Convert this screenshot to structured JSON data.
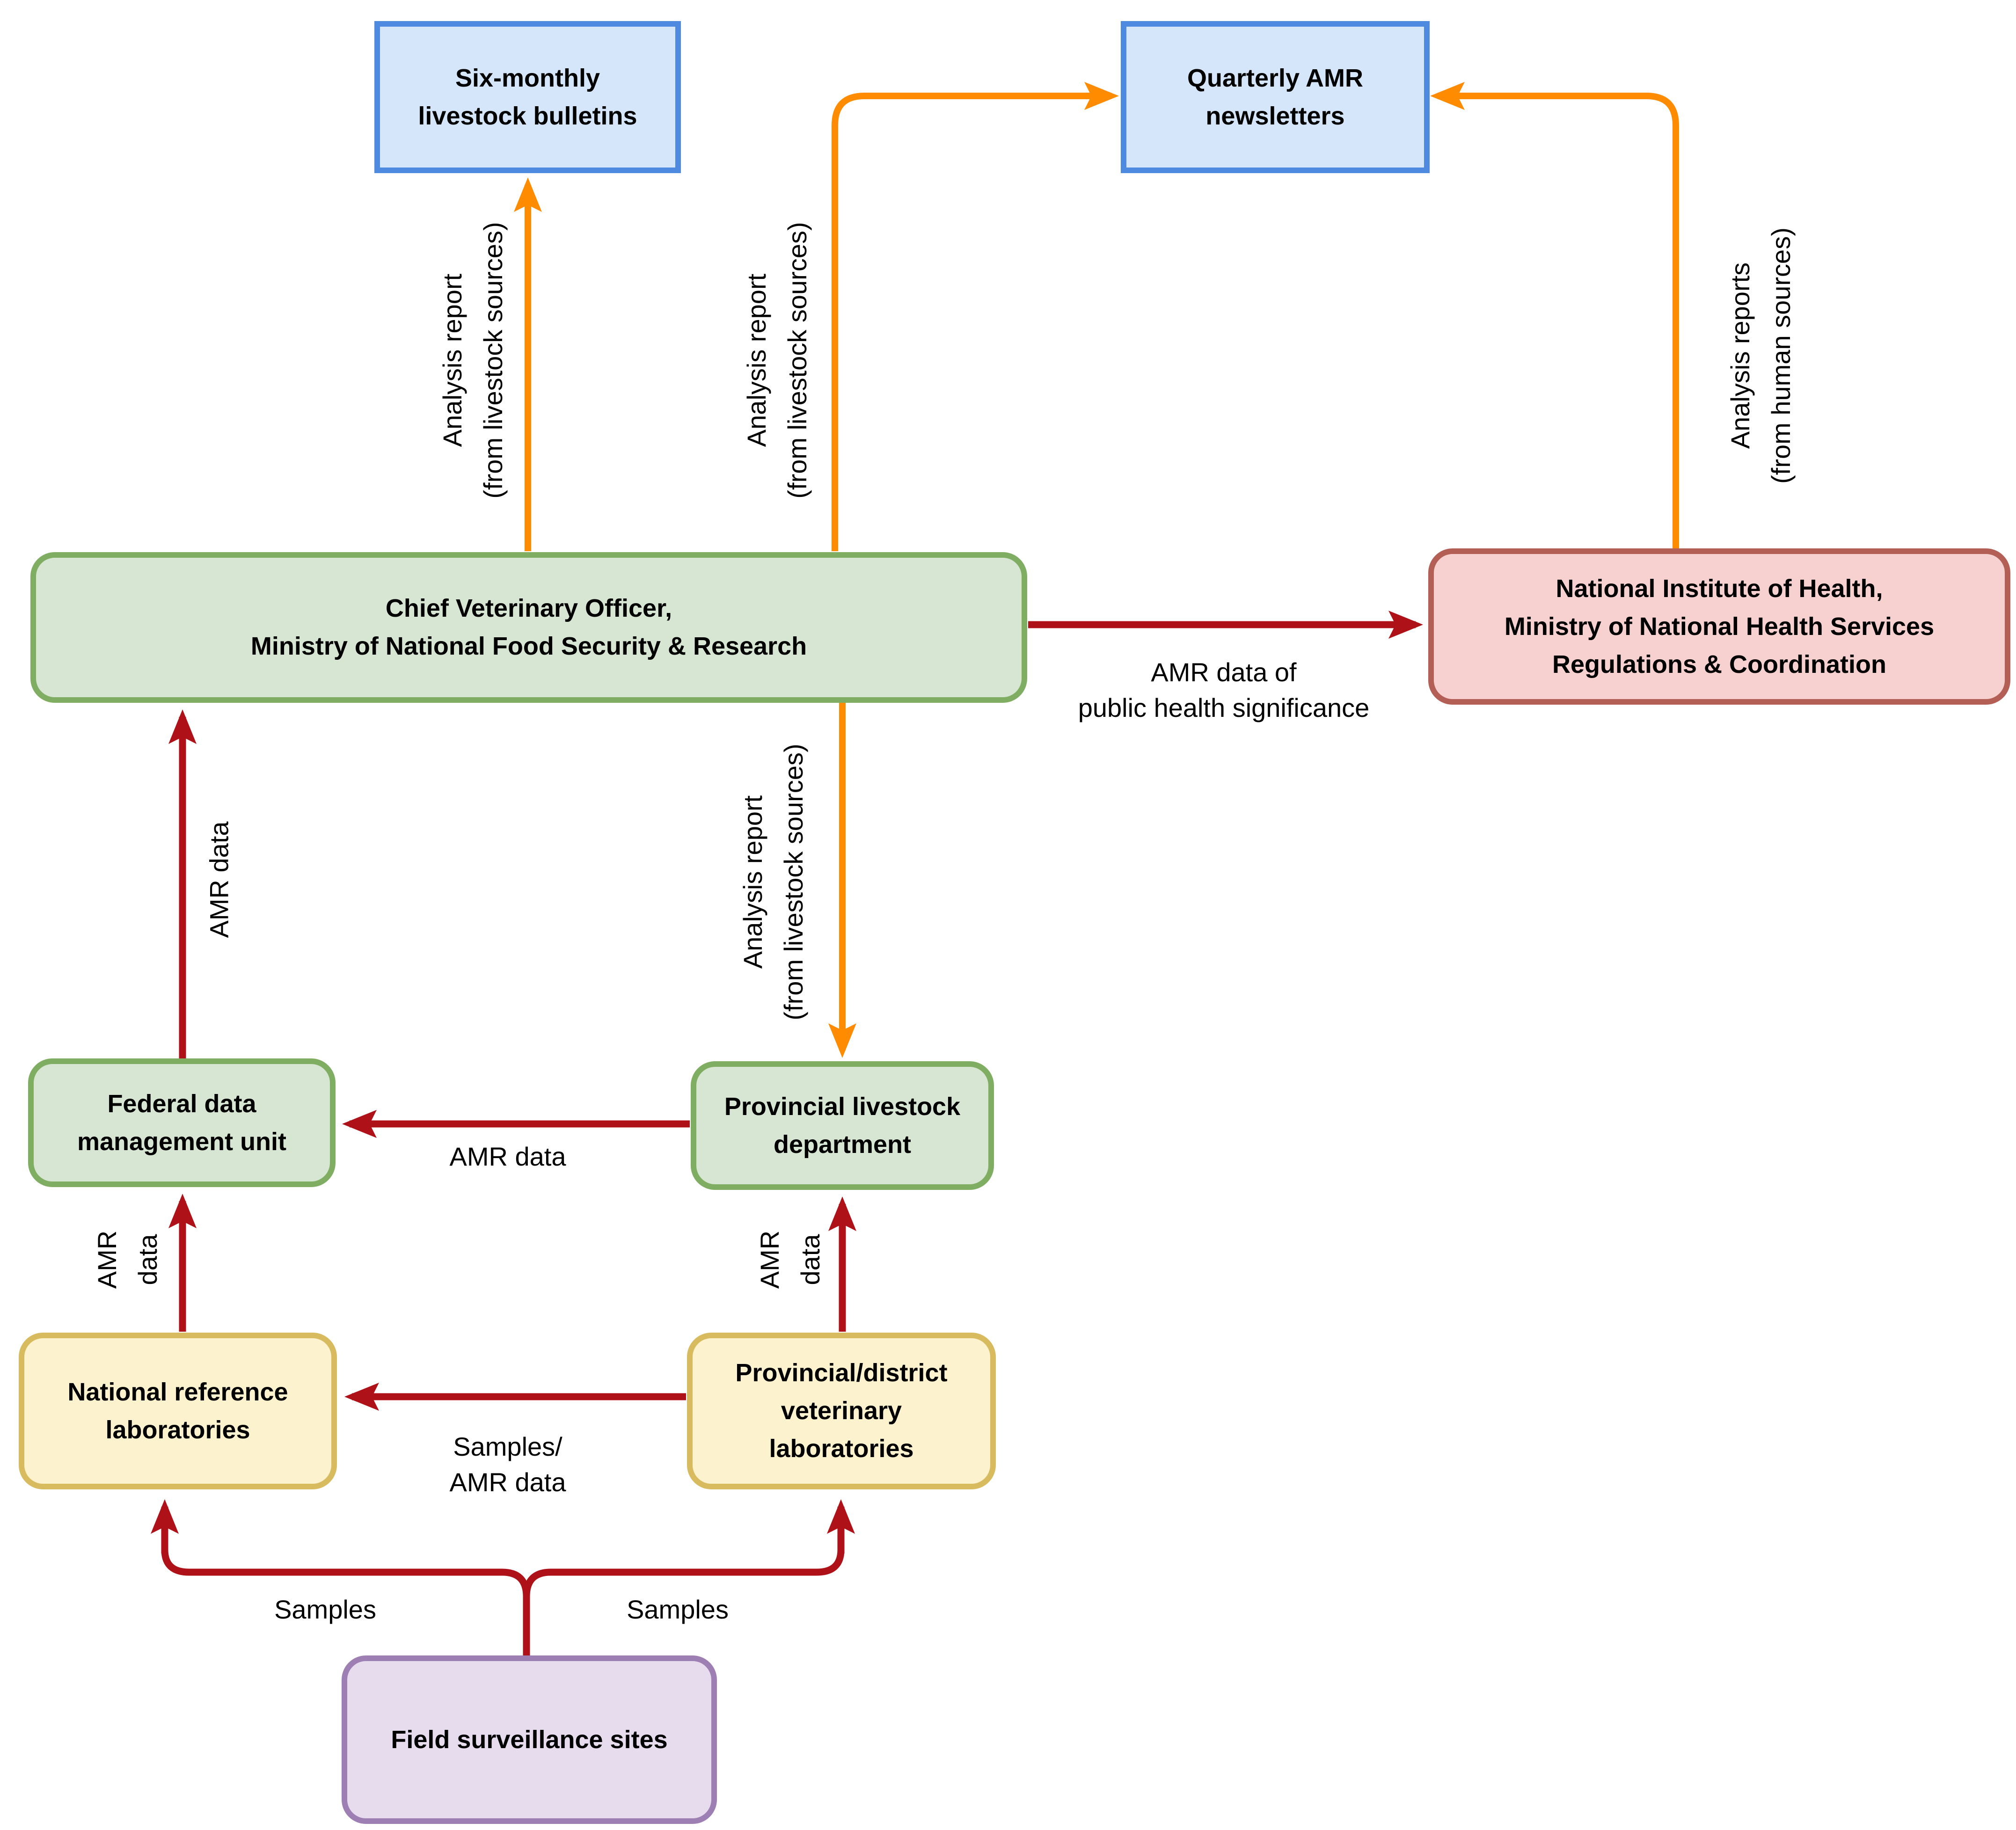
{
  "colors": {
    "orange": "#ff8c00",
    "dark_red": "#ae1117",
    "blue_fill": "#d5e6fa",
    "blue_border": "#4e8be0",
    "green_fill": "#d6e6d2",
    "green_border": "#7fae62",
    "yellow_fill": "#fdf2ce",
    "yellow_border": "#d9bb5f",
    "pink_fill": "#f6d1cf",
    "pink_border": "#b45f56",
    "purple_fill": "#e6dcee",
    "purple_border": "#9e7fb4"
  },
  "nodes": {
    "bulletins": {
      "lines": [
        "Six-monthly",
        "livestock bulletins"
      ]
    },
    "newsletters": {
      "lines": [
        "Quarterly AMR",
        "newsletters"
      ]
    },
    "cvo": {
      "lines": [
        "Chief Veterinary Officer,",
        "Ministry of National Food Security & Research"
      ]
    },
    "nih": {
      "lines": [
        "National Institute of Health,",
        "Ministry of National Health Services",
        "Regulations & Coordination"
      ]
    },
    "federal": {
      "lines": [
        "Federal data",
        "management unit"
      ]
    },
    "provincial_dept": {
      "lines": [
        "Provincial livestock",
        "department"
      ]
    },
    "nrl": {
      "lines": [
        "National reference",
        "laboratories"
      ]
    },
    "pdvl": {
      "lines": [
        "Provincial/district",
        "veterinary",
        "laboratories"
      ]
    },
    "field": {
      "lines": [
        "Field surveillance sites"
      ]
    }
  },
  "edges": {
    "cvo_to_bulletins": {
      "label": [
        "Analysis report",
        "(from livestock sources)"
      ]
    },
    "cvo_to_newsletters": {
      "label": [
        "Analysis report",
        "(from livestock sources)"
      ]
    },
    "nih_to_newsletters": {
      "label": [
        "Analysis reports",
        "(from human sources)"
      ]
    },
    "cvo_to_nih": {
      "label": [
        "AMR data of",
        "public health significance"
      ]
    },
    "cvo_to_provincial_dept": {
      "label": [
        "Analysis report",
        "(from livestock sources)"
      ]
    },
    "federal_to_cvo": {
      "label": [
        "AMR data"
      ]
    },
    "provincial_dept_to_federal": {
      "label": [
        "AMR data"
      ]
    },
    "nrl_to_federal": {
      "label": [
        "AMR",
        "data"
      ]
    },
    "pdvl_to_provincial_dept": {
      "label": [
        "AMR",
        "data"
      ]
    },
    "pdvl_to_nrl": {
      "label": [
        "Samples/",
        "AMR data"
      ]
    },
    "field_to_nrl": {
      "label": [
        "Samples"
      ]
    },
    "field_to_pdvl": {
      "label": [
        "Samples"
      ]
    }
  }
}
